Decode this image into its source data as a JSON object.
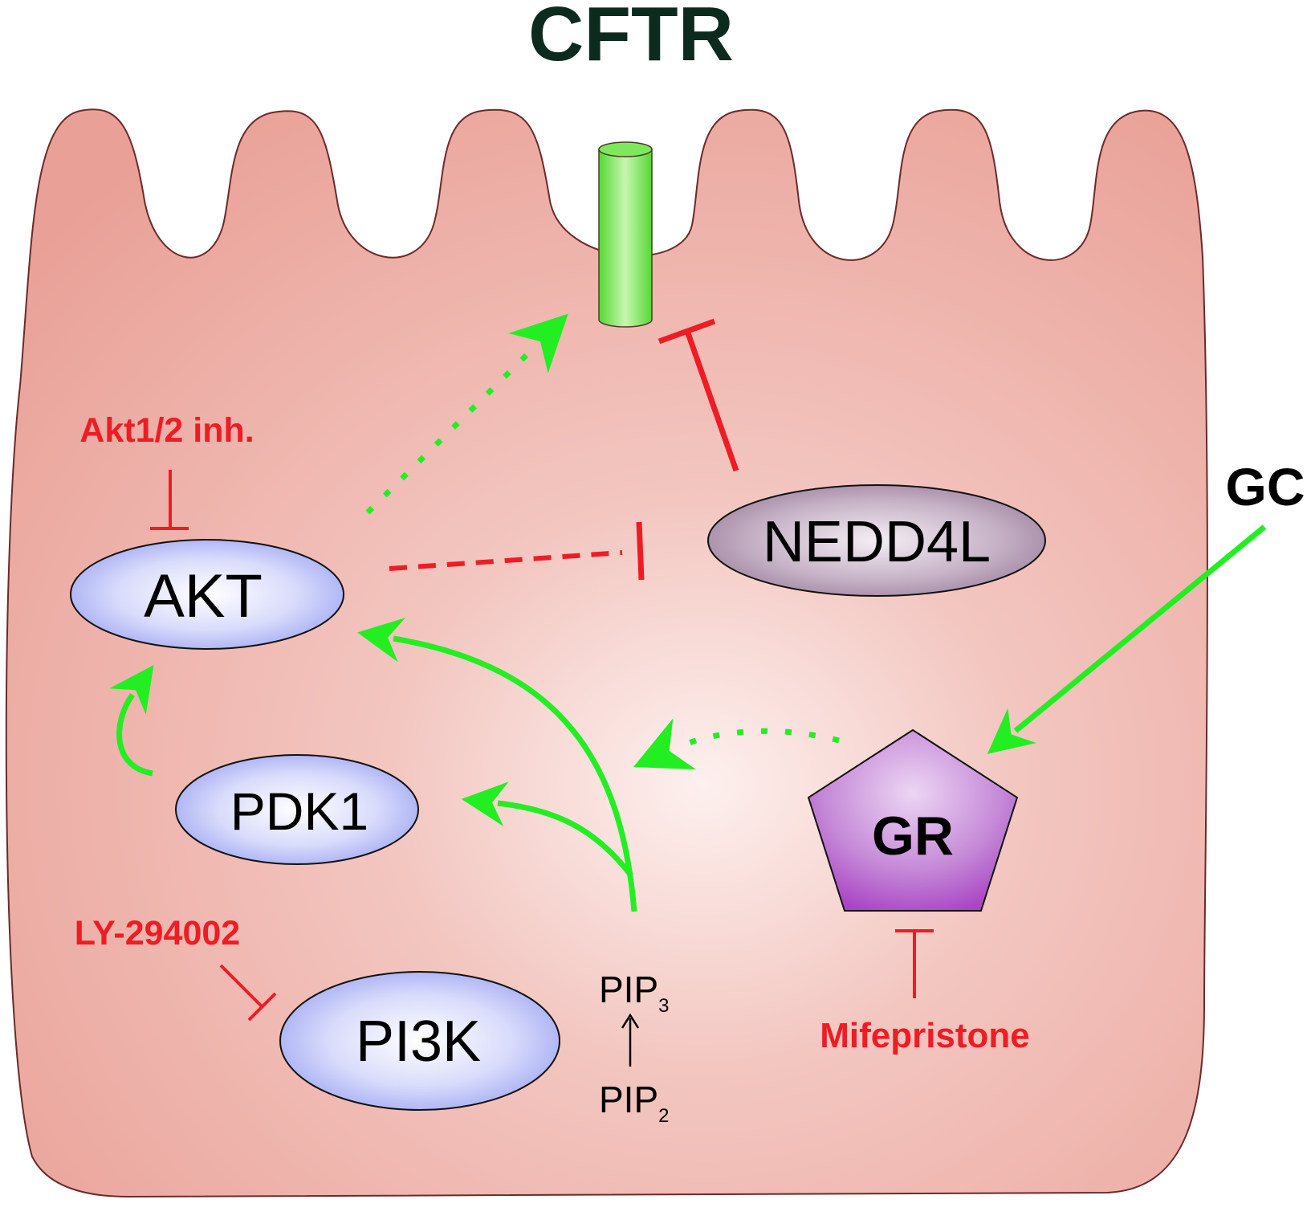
{
  "title": "CFTR",
  "nodes": {
    "akt": "AKT",
    "pdk1": "PDK1",
    "pi3k": "PI3K",
    "nedd4l": "NEDD4L",
    "gr": "GR"
  },
  "lipids": {
    "pip3_base": "PIP",
    "pip3_sub": "3",
    "pip2_base": "PIP",
    "pip2_sub": "2"
  },
  "external": {
    "gc": "GC"
  },
  "inhibitors": {
    "akt_inhibitor": "Akt1/2 inh.",
    "pi3k_inhibitor": "LY-294002",
    "gr_inhibitor": "Mifepristone"
  },
  "colors": {
    "activation": "#22ee22",
    "inhibition": "#ee1c24",
    "cell": "#f2b8b0",
    "cftr_channel": "#55dd33",
    "kinase": "#aab0f8",
    "nedd4l": "#a48aa4",
    "gr": "#bb66cc",
    "title": "#0d2a1e"
  }
}
